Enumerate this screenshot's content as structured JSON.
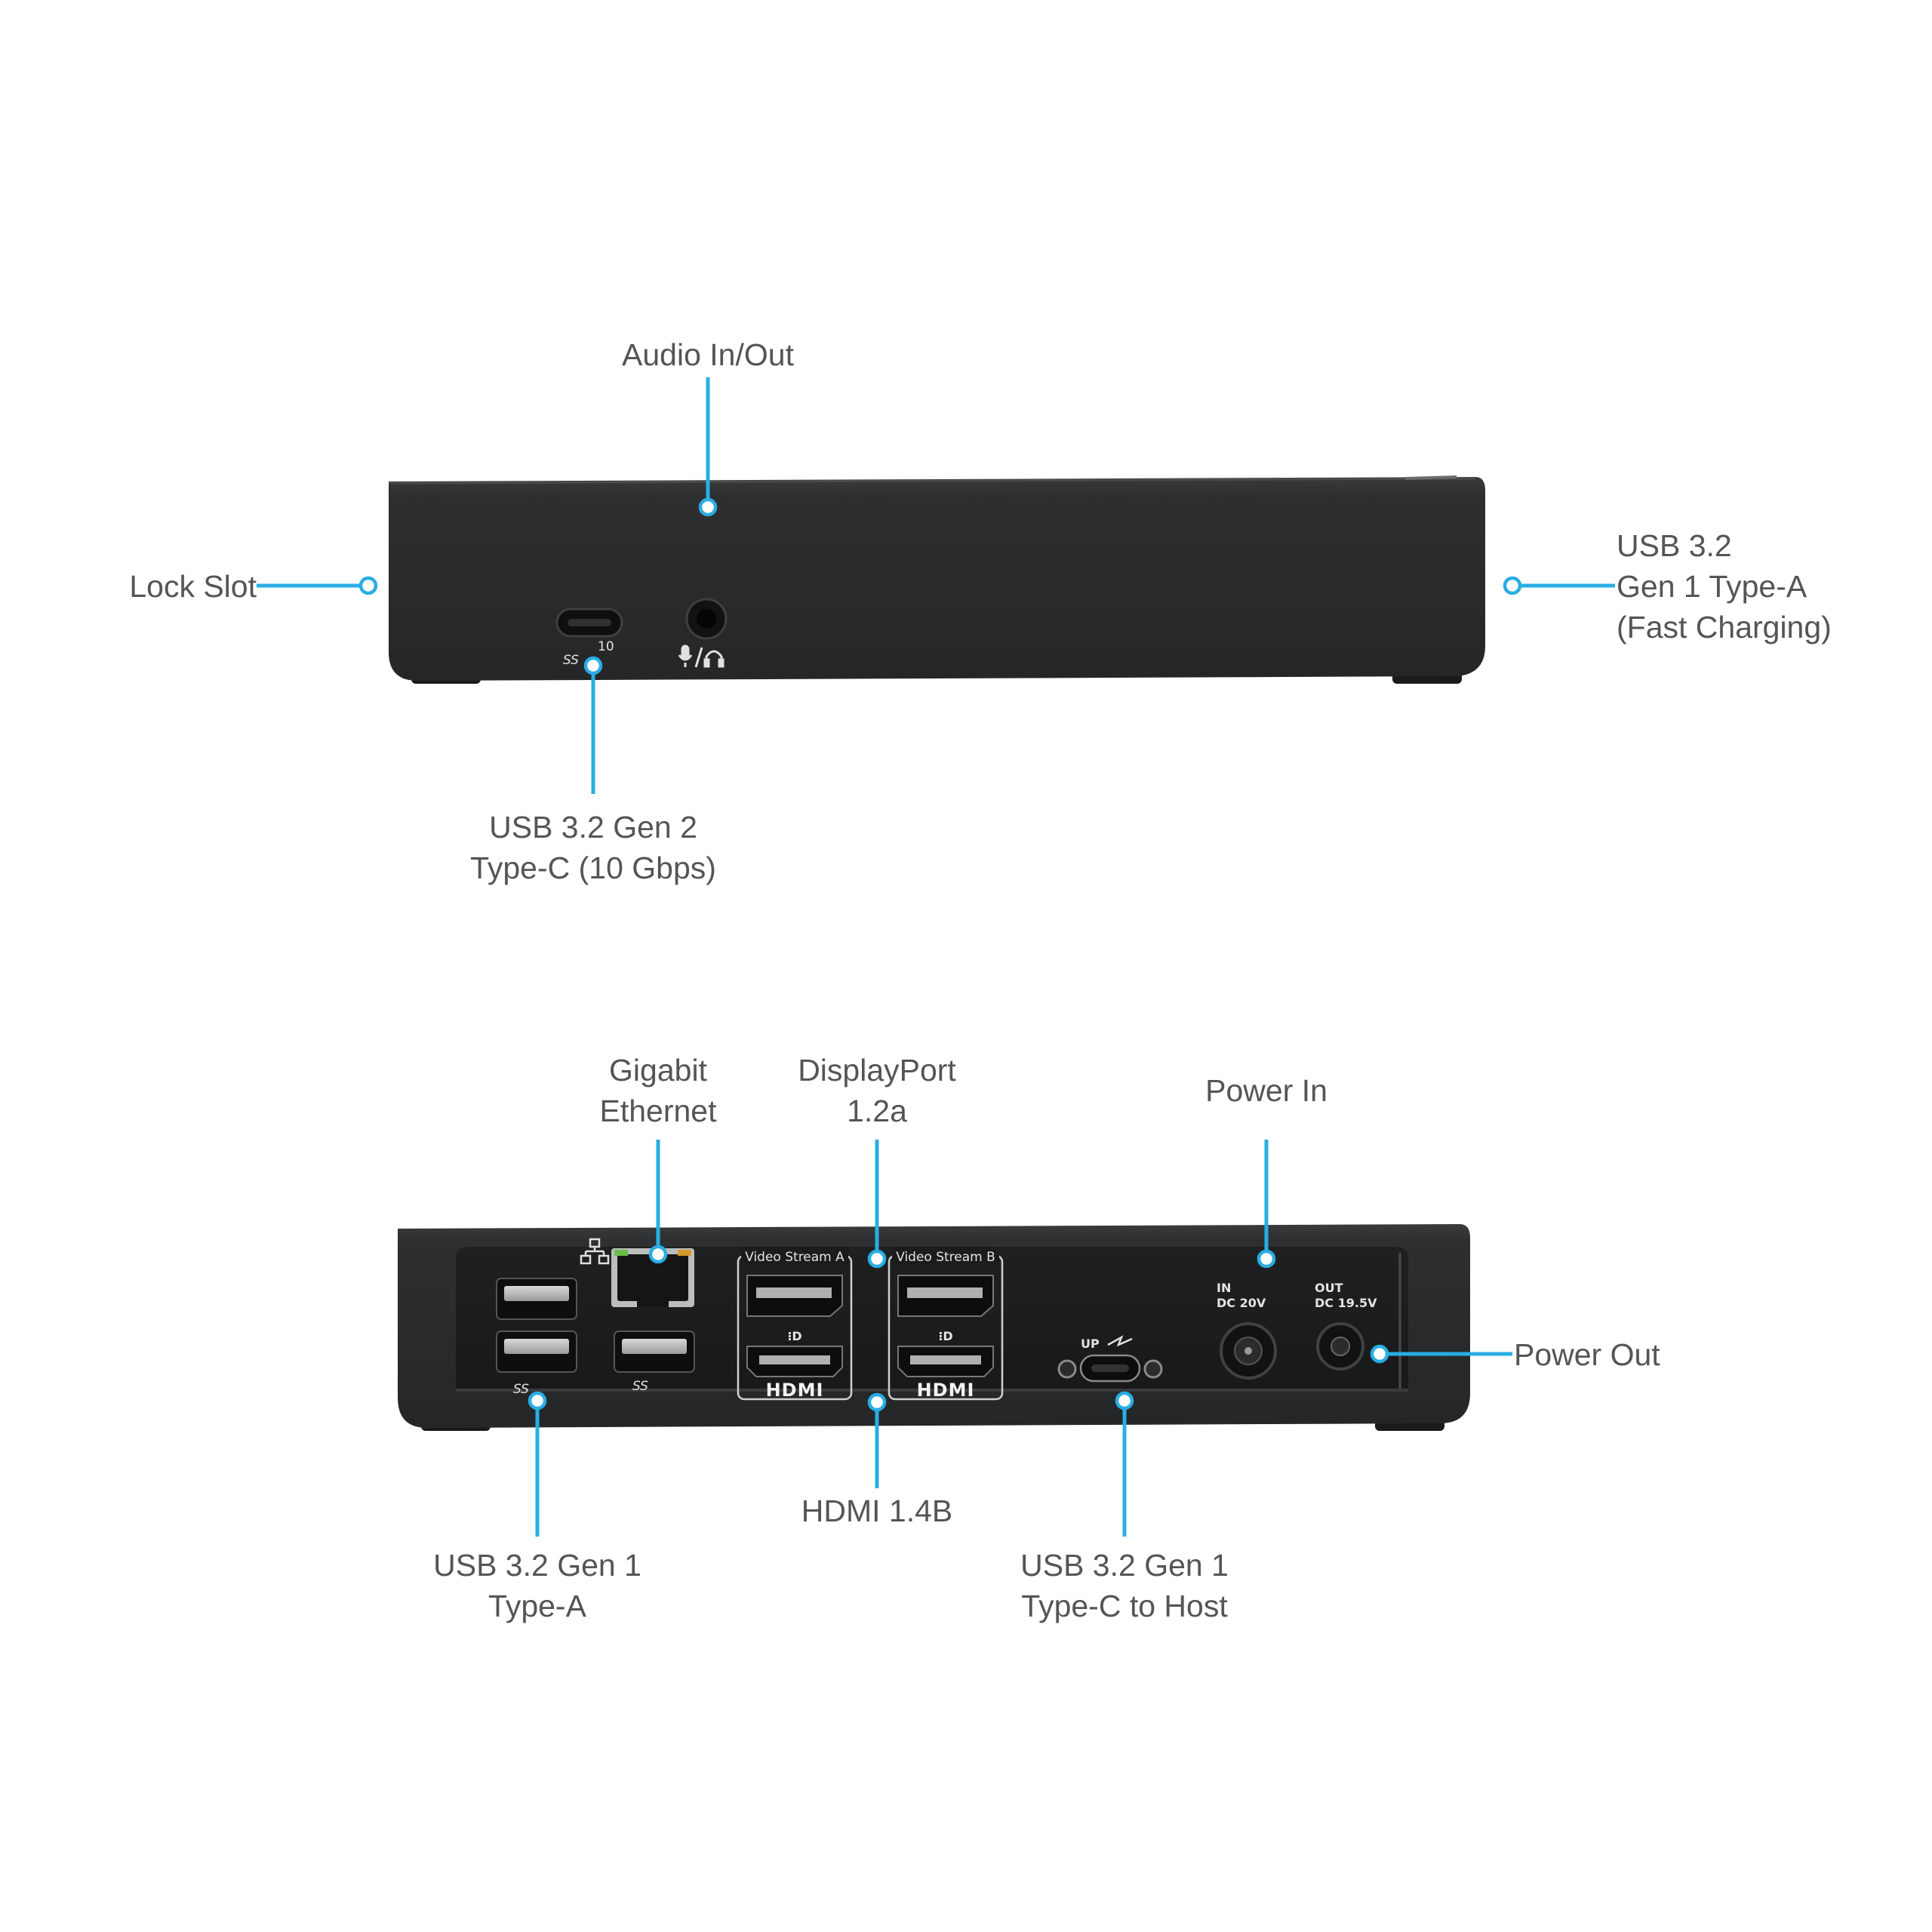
{
  "colors": {
    "leader": "#29aee3",
    "label_text": "#555555",
    "device_body": "#2b2c2e",
    "device_edge": "#3b3c3e",
    "background": "#ffffff"
  },
  "front_view": {
    "callouts": {
      "audio": {
        "lines": [
          "Audio In/Out"
        ]
      },
      "lock_slot": {
        "lines": [
          "Lock Slot"
        ]
      },
      "usb_a_fast": {
        "lines": [
          "USB 3.2",
          "Gen 1 Type-A",
          "(Fast Charging)"
        ]
      },
      "usb_c_front": {
        "lines": [
          "USB 3.2 Gen 2",
          "Type-C (10 Gbps)"
        ]
      }
    },
    "port_markings": {
      "usb_c_logo": "SS",
      "usb_c_speed": "10"
    }
  },
  "rear_view": {
    "callouts": {
      "ethernet": {
        "lines": [
          "Gigabit",
          "Ethernet"
        ]
      },
      "displayport": {
        "lines": [
          "DisplayPort",
          "1.2a"
        ]
      },
      "power_in": {
        "lines": [
          "Power In"
        ]
      },
      "power_out": {
        "lines": [
          "Power Out"
        ]
      },
      "usb_a_rear": {
        "lines": [
          "USB 3.2 Gen 1",
          "Type-A"
        ]
      },
      "hdmi": {
        "lines": [
          "HDMI 1.4B"
        ]
      },
      "usb_c_host": {
        "lines": [
          "USB 3.2 Gen 1",
          "Type-C to Host"
        ]
      }
    },
    "port_markings": {
      "stream_a": "Video Stream A",
      "stream_b": "Video Stream B",
      "hdmi_logo": "HDMI",
      "up": "UP",
      "in_label": "IN",
      "in_rating": "DC 20V",
      "out_label": "OUT",
      "out_rating": "DC 19.5V",
      "usb_logo": "SS"
    }
  }
}
